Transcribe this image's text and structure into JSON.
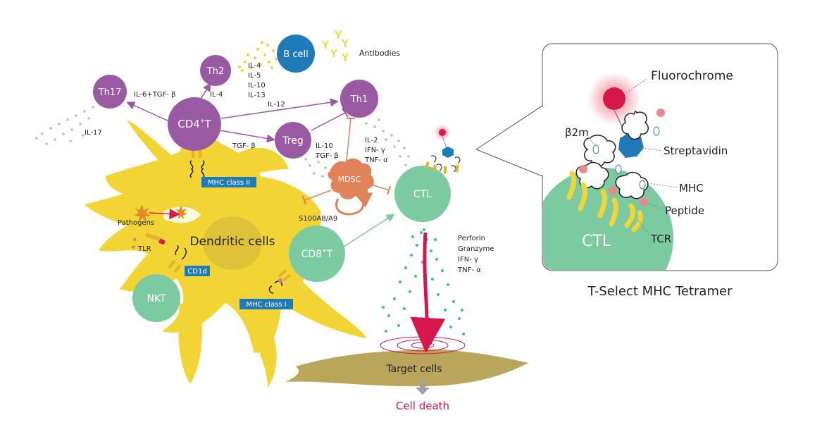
{
  "cells": {
    "th17": "Th17",
    "th2": "Th2",
    "b_cell": "B cell",
    "th1": "Th1",
    "cd4t": "CD4",
    "cd4t_sup": "+",
    "cd4t_suffix": "T",
    "treg": "Treg",
    "mdsc": "MDSC",
    "ctl": "CTL",
    "cd8t": "CD8",
    "cd8t_sup": "+",
    "cd8t_suffix": "T",
    "nkt": "NKT",
    "dendritic": "Dendritic cells",
    "target": "Target cells"
  },
  "labels": {
    "antibodies": "Antibodies",
    "il4_list": [
      "IL-4",
      "IL-5",
      "IL-10",
      "IL-13"
    ],
    "il6_tgf": "IL-6+TGF- β",
    "il4": "IL-4",
    "il12": "IL-12",
    "il17": "IL-17",
    "tgf_b": "TGF- β",
    "treg_il10": "IL-10",
    "treg_tgf": "TGF- β",
    "th1_il2": "IL-2",
    "th1_ifn": "IFN- γ",
    "th1_tnf": "TNF- α",
    "s100": "S100A8/A9",
    "pathogens": "Pathogens",
    "tlr": "TLR",
    "perforin": "Perforin",
    "granzyme": "Granzyme",
    "ctl_ifn": "IFN- γ",
    "ctl_tnf": "TNF- α",
    "cell_death": "Cell death"
  },
  "badges": {
    "mhc2": "MHC class II",
    "cd1d": "CD1d",
    "mhc1": "MHC class I"
  },
  "inset": {
    "fluorochrome": "Fluorochrome",
    "b2m": "β2m",
    "streptavidin": "Streptavidin",
    "mhc": "MHC",
    "peptide": "Peptide",
    "tcr": "TCR",
    "ctl": "CTL",
    "caption": "T-Select MHC Tetramer"
  },
  "colors": {
    "purple": "#9a5aa3",
    "blue": "#1f7ab8",
    "green": "#7ccaa0",
    "yellow": "#f2d535",
    "orange": "#e0825a",
    "teal": "#3dbdb3",
    "red": "#d6174b",
    "olive": "#b9a65b",
    "badge": "#1f7ab8"
  }
}
